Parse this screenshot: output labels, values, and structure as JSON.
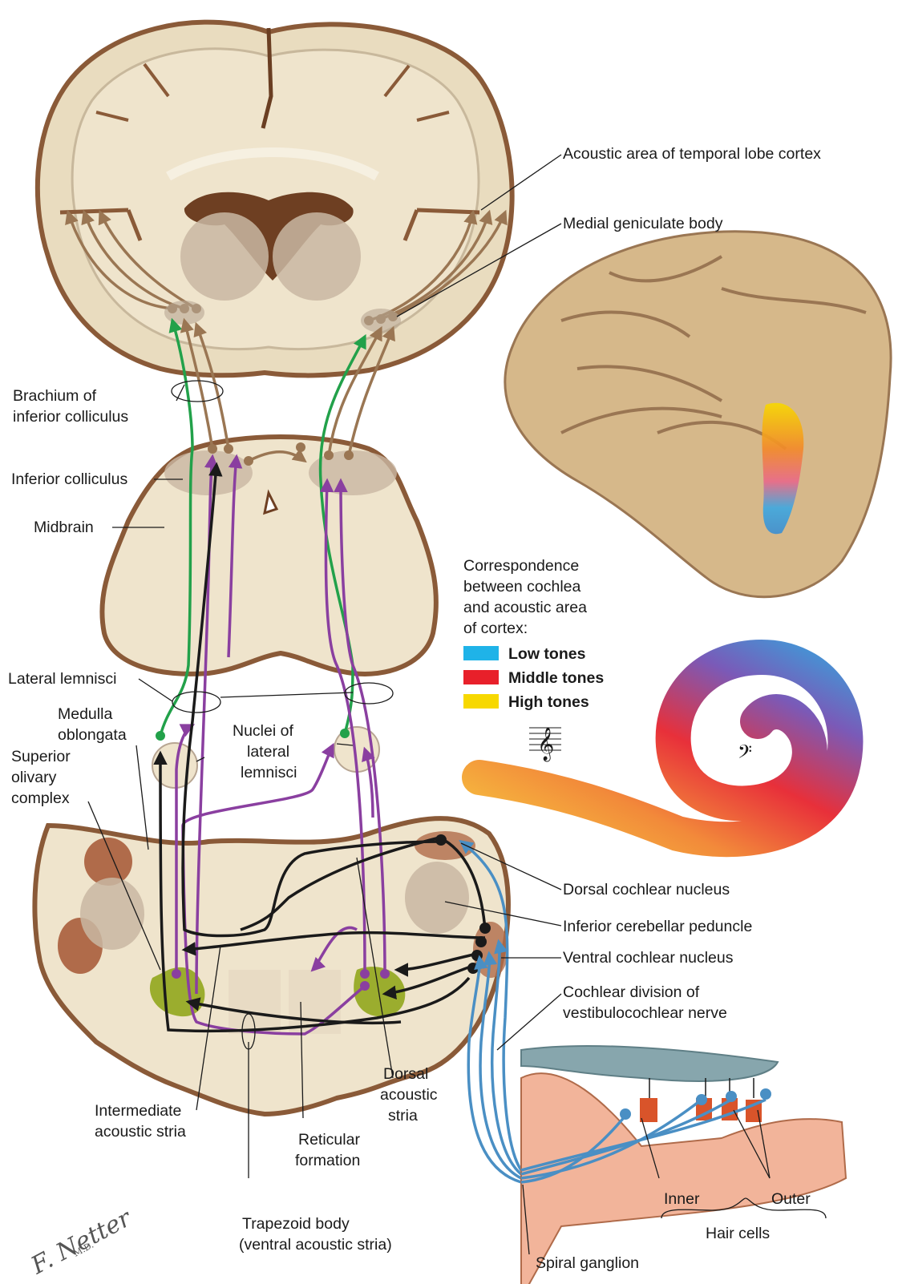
{
  "labels": {
    "acoustic_area": "Acoustic area of temporal lobe cortex",
    "medial_geniculate": "Medial geniculate body",
    "brachium_l1": "Brachium of",
    "brachium_l2": "inferior colliculus",
    "inferior_colliculus": "Inferior colliculus",
    "midbrain": "Midbrain",
    "lateral_lemnisci": "Lateral lemnisci",
    "medulla_l1": "Medulla",
    "medulla_l2": "oblongata",
    "nuclei_l1": "Nuclei of",
    "nuclei_l2": "lateral",
    "nuclei_l3": "lemnisci",
    "superior_l1": "Superior",
    "superior_l2": "olivary",
    "superior_l3": "complex",
    "dorsal_cochlear_nucleus": "Dorsal cochlear nucleus",
    "inferior_cerebellar_peduncle": "Inferior cerebellar peduncle",
    "ventral_cochlear_nucleus": "Ventral cochlear nucleus",
    "cochlear_division_l1": "Cochlear division of",
    "cochlear_division_l2": "vestibulocochlear nerve",
    "intermediate_l1": "Intermediate",
    "intermediate_l2": "acoustic stria",
    "reticular_l1": "Reticular",
    "reticular_l2": "formation",
    "trapezoid_l1": "Trapezoid body",
    "trapezoid_l2": "(ventral acoustic stria)",
    "dorsal_stria_l1": "Dorsal",
    "dorsal_stria_l2": "acoustic",
    "dorsal_stria_l3": "stria",
    "spiral_ganglion": "Spiral ganglion",
    "inner": "Inner",
    "outer": "Outer",
    "hair_cells": "Hair cells"
  },
  "legend": {
    "intro_l1": "Correspondence",
    "intro_l2": "between cochlea",
    "intro_l3": "and acoustic area",
    "intro_l4": "of cortex:",
    "items": [
      {
        "label": "Low tones",
        "color": "#1fb3e8"
      },
      {
        "label": "Middle tones",
        "color": "#e8202a"
      },
      {
        "label": "High tones",
        "color": "#f7d800"
      }
    ]
  },
  "signature": "F. Netter M.D.",
  "colors": {
    "tissue": "#efe4cc",
    "gray_matter": "#b8a693",
    "brown_pathway": "#9a7653",
    "green_pathway": "#22a14a",
    "purple_pathway": "#8a3fa0",
    "black_pathway": "#1a1a1a",
    "blue_pathway": "#4a8fc4",
    "olive_nucleus": "#9bad2e"
  }
}
